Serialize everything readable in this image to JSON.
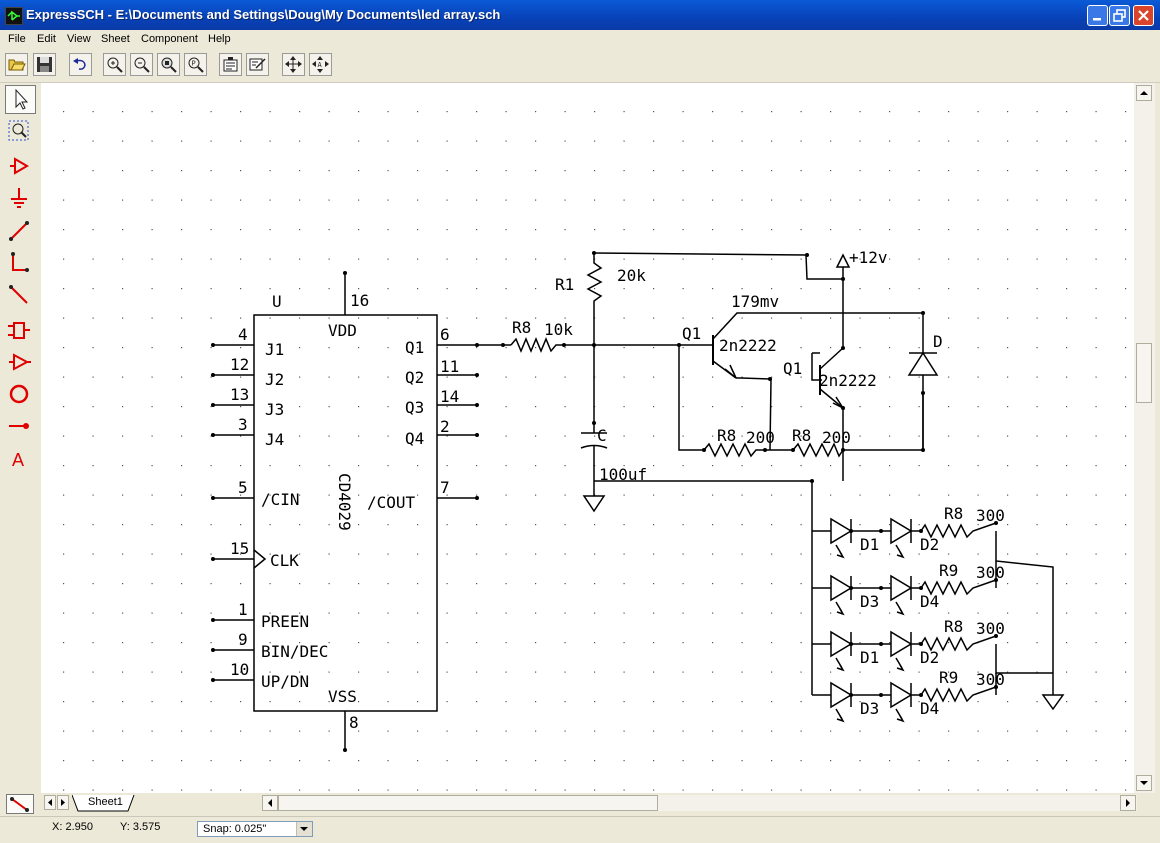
{
  "window": {
    "title": "ExpressSCH - E:\\Documents and Settings\\Doug\\My Documents\\led array.sch"
  },
  "menu": [
    "File",
    "Edit",
    "View",
    "Sheet",
    "Component",
    "Help"
  ],
  "toolbar": {
    "buttons": [
      "open-icon",
      "save-icon",
      "undo-icon",
      "zoom-in-icon",
      "zoom-out-icon",
      "zoom-area-icon",
      "zoom-fit-icon",
      "properties-icon",
      "component-edit-icon",
      "pan-icon",
      "move-icon"
    ]
  },
  "left_tools": [
    "select-icon",
    "zoom-select-icon",
    "part-icon",
    "ground-icon",
    "wire-icon",
    "corner-wire-icon",
    "line-icon",
    "component-icon",
    "buffer-icon",
    "circle-icon",
    "pin-icon",
    "text-icon"
  ],
  "schematic": {
    "ic": {
      "designator": "U",
      "name": "CD4029",
      "left_pins": [
        {
          "num": "4",
          "name": "J1"
        },
        {
          "num": "12",
          "name": "J2"
        },
        {
          "num": "13",
          "name": "J3"
        },
        {
          "num": "3",
          "name": "J4"
        },
        {
          "num": "5",
          "name": "/CIN"
        },
        {
          "num": "15",
          "name": "CLK"
        },
        {
          "num": "1",
          "name": "PREEN"
        },
        {
          "num": "9",
          "name": "BIN/DEC"
        },
        {
          "num": "10",
          "name": "UP/DN"
        }
      ],
      "right_pins": [
        {
          "num": "6",
          "name": "Q1"
        },
        {
          "num": "11",
          "name": "Q2"
        },
        {
          "num": "14",
          "name": "Q3"
        },
        {
          "num": "2",
          "name": "Q4"
        },
        {
          "num": "7",
          "name": "/COUT"
        }
      ],
      "top_pin": {
        "num": "16",
        "name": "VDD"
      },
      "bottom_pin": {
        "num": "8",
        "name": "VSS"
      }
    },
    "labels": {
      "r8_10k": "R8",
      "r8_10k_val": "10k",
      "r1": "R1",
      "r1_val": "20k",
      "v12": "+12v",
      "volt": "179mv",
      "q1a": "Q1",
      "q1a_val": "2n2222",
      "q1b": "Q1",
      "q1b_val": "2n2222",
      "d": "D",
      "c": "C",
      "c_val": "100uf",
      "r8a": "R8",
      "r8a_val": "200",
      "r8b": "R8",
      "r8b_val": "200"
    },
    "led_rows": [
      {
        "led1": "D1",
        "led2": "D2",
        "res": "R8",
        "val": "300"
      },
      {
        "led1": "D3",
        "led2": "D4",
        "res": "R9",
        "val": "300"
      },
      {
        "led1": "D1",
        "led2": "D2",
        "res": "R8",
        "val": "300"
      },
      {
        "led1": "D3",
        "led2": "D4",
        "res": "R9",
        "val": "300"
      }
    ]
  },
  "tabs": {
    "sheet": "Sheet1"
  },
  "status": {
    "x": "X: 2.950",
    "y": "Y: 3.575",
    "snap": "Snap:  0.025\""
  }
}
